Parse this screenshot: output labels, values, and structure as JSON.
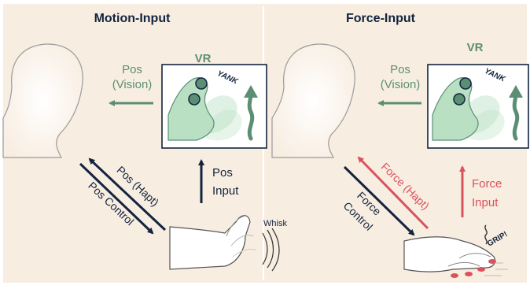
{
  "left_panel": {
    "title": "Motion-Input",
    "vr_label": "VR",
    "vr_caption": "YANK",
    "feedback_label_line1": "Pos",
    "feedback_label_line2": "(Vision)",
    "input_label_line1": "Pos",
    "input_label_line2": "Input",
    "haptic_label": "Pos (Hapt)",
    "control_label": "Pos Control",
    "gesture_label": "Whisk"
  },
  "right_panel": {
    "title": "Force-Input",
    "vr_label": "VR",
    "vr_caption": "YANK",
    "feedback_label_line1": "Pos",
    "feedback_label_line2": "(Vision)",
    "input_label_line1": "Force",
    "input_label_line2": "Input",
    "haptic_label": "Force (Hapt)",
    "control_label_line1": "Force",
    "control_label_line2": "Control",
    "gesture_label": "GRIP!"
  },
  "colors": {
    "background": "#f8ede1",
    "navy": "#13243f",
    "green": "#5b8f74",
    "red": "#d9525e",
    "hand_fill": "#b9e0c3",
    "line": "#8c8c8c"
  }
}
